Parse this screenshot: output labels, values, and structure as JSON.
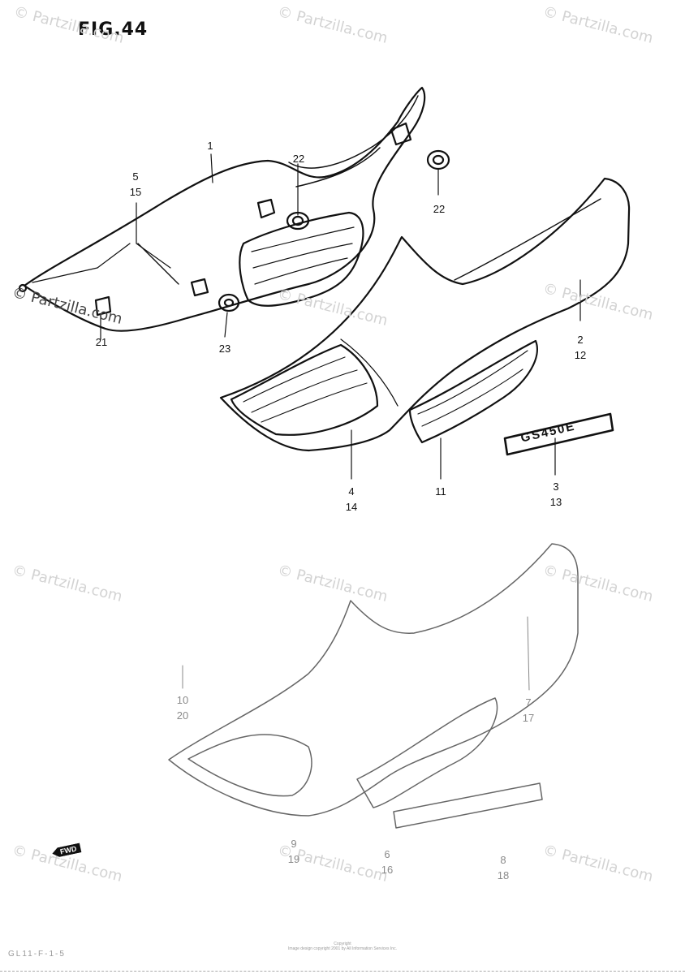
{
  "figure_title": "FIG.44",
  "watermark_text": "© Partzilla.com",
  "forward_marker": "FWD",
  "callouts_upper": [
    {
      "id": "c1",
      "text": "1"
    },
    {
      "id": "c5",
      "text": "5\n15"
    },
    {
      "id": "c22a",
      "text": "22"
    },
    {
      "id": "c22b",
      "text": "22"
    },
    {
      "id": "c21",
      "text": "21"
    },
    {
      "id": "c23",
      "text": "23"
    },
    {
      "id": "c2",
      "text": "2\n12"
    },
    {
      "id": "c4",
      "text": "4\n14"
    },
    {
      "id": "c11",
      "text": "11"
    },
    {
      "id": "c3",
      "text": "3\n13"
    }
  ],
  "callouts_lower": [
    {
      "id": "c10",
      "text": "10\n20"
    },
    {
      "id": "c7",
      "text": "7\n17"
    },
    {
      "id": "c9",
      "text": "9\n19"
    },
    {
      "id": "c6",
      "text": "6\n16"
    },
    {
      "id": "c8",
      "text": "8\n18"
    }
  ],
  "emblem_text": "GS450E",
  "footer_lines": [
    "Copyright",
    "Image design copyright 2001 by All Information Services Inc."
  ],
  "reference_code": "GL11-F-1-5"
}
